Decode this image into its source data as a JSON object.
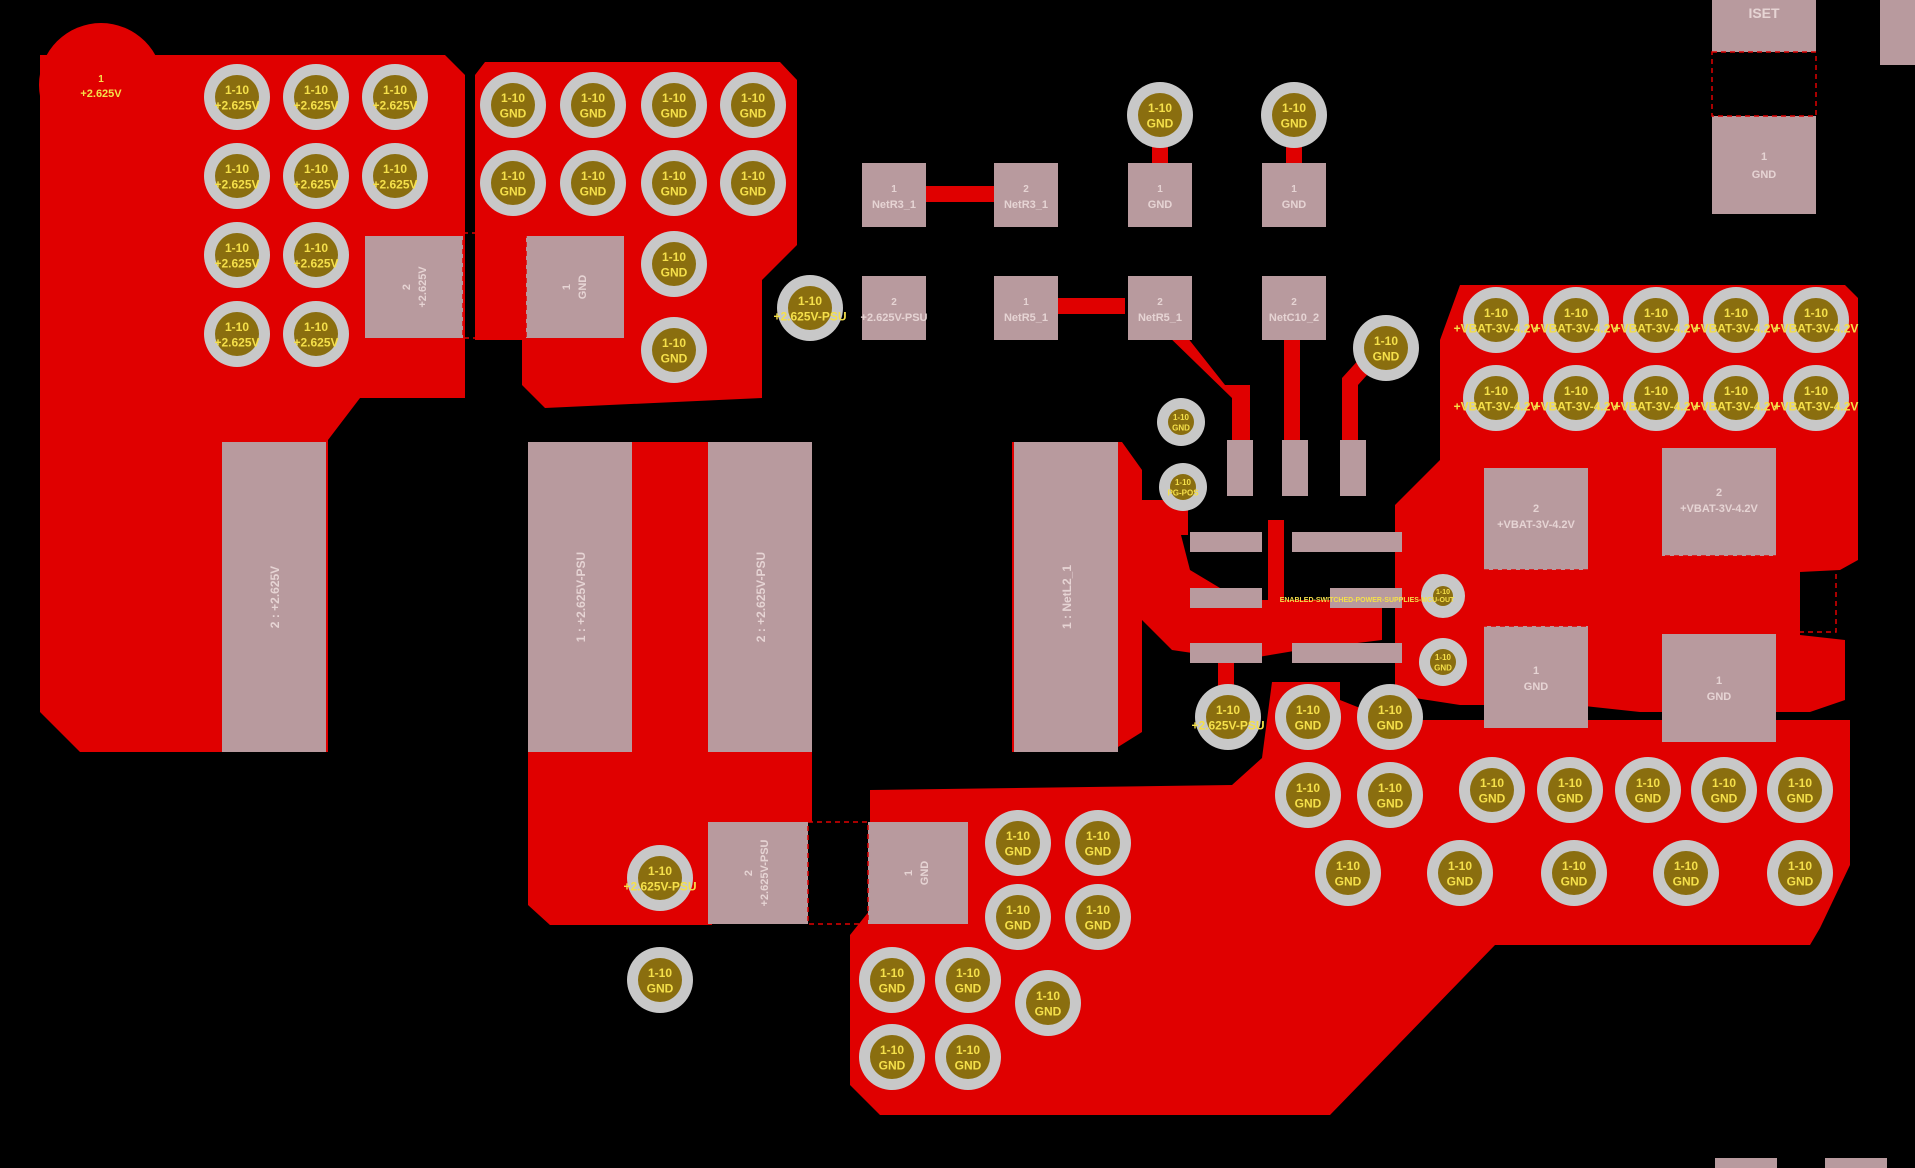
{
  "colors": {
    "background": "#000000",
    "copper": "#e00000",
    "pad": "#b89a9e",
    "via_ring": "#c8c8c8",
    "via_drill": "#8a6e0f",
    "via_text": "#f5e04a",
    "pad_text": "#e6d4d4"
  },
  "labels": {
    "layers": "1-10",
    "gnd": "GND",
    "v2625": "+2.625V",
    "v2625_psu": "+2.625V-PSU",
    "vbat": "+VBAT-3V-4.2V",
    "pg_pos": "PG-POS",
    "enabled_switched": "ENABLED-SWITCHED-POWER-SUPPLIES-MCU-OUT",
    "pin1": "1",
    "pin2": "2",
    "iset": "ISET",
    "netr3_1": "NetR3_1",
    "netr5_1": "NetR5_1",
    "netc10_2": "NetC10_2",
    "corner_pad_pin": "1",
    "corner_pad_net": "+2.625V",
    "pad_2_2625": "2 : +2.625V",
    "pad_1_2625_psu": "1 : +2.625V-PSU",
    "pad_2_2625_psu": "2 : +2.625V-PSU",
    "pad_1_netl2_1": "1 : NetL2_1"
  }
}
